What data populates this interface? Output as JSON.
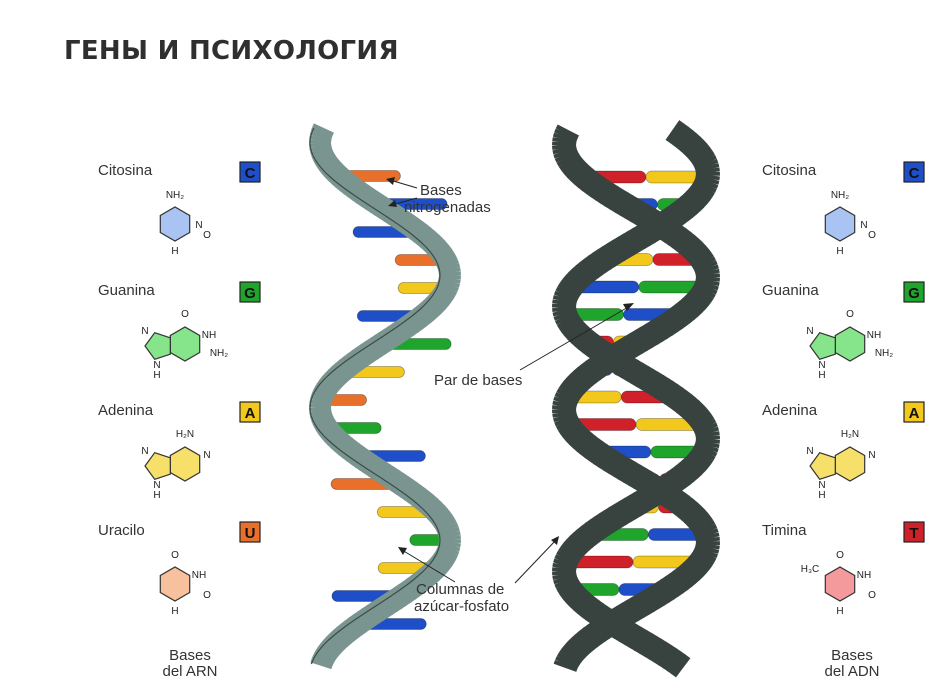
{
  "page": {
    "title": "ГЕНЫ И ПСИХОЛОГИЯ"
  },
  "colors": {
    "cytosine": "#1f4fc8",
    "guanine": "#1fa52b",
    "adenine": "#f2c81c",
    "uracil": "#e8702a",
    "thymine": "#d0202a",
    "rna_backbone": "#7a958f",
    "dna_backbone": "#38433f"
  },
  "rna_panel": {
    "caption_line1": "Bases",
    "caption_line2": "del ARN",
    "bases": [
      {
        "name": "Citosina",
        "letter": "C",
        "color": "#1f4fc8",
        "mol_fill": "#a9c4f2",
        "mol_icon": "cytosine-molecule-icon"
      },
      {
        "name": "Guanina",
        "letter": "G",
        "color": "#1fa52b",
        "mol_fill": "#86e48a",
        "mol_icon": "guanine-molecule-icon"
      },
      {
        "name": "Adenina",
        "letter": "A",
        "color": "#f2c81c",
        "mol_fill": "#f6e06a",
        "mol_icon": "adenine-molecule-icon"
      },
      {
        "name": "Uracilo",
        "letter": "U",
        "color": "#e8702a",
        "mol_fill": "#f6c19c",
        "mol_icon": "uracil-molecule-icon"
      }
    ]
  },
  "dna_panel": {
    "caption_line1": "Bases",
    "caption_line2": "del ADN",
    "bases": [
      {
        "name": "Citosina",
        "letter": "C",
        "color": "#1f4fc8",
        "mol_fill": "#a9c4f2",
        "mol_icon": "cytosine-molecule-icon"
      },
      {
        "name": "Guanina",
        "letter": "G",
        "color": "#1fa52b",
        "mol_fill": "#86e48a",
        "mol_icon": "guanine-molecule-icon"
      },
      {
        "name": "Adenina",
        "letter": "A",
        "color": "#f2c81c",
        "mol_fill": "#f6e06a",
        "mol_icon": "adenine-molecule-icon"
      },
      {
        "name": "Timina",
        "letter": "T",
        "color": "#d0202a",
        "mol_fill": "#f49a9c",
        "mol_icon": "thymine-molecule-icon"
      }
    ]
  },
  "annotations": {
    "bases_line1": "Bases",
    "bases_line2": "nitrogenadas",
    "pair": "Par de bases",
    "columns_line1": "Columnas de",
    "columns_line2": "azúcar-fosfato"
  },
  "atom_labels": {
    "nh2": "NH₂",
    "h2n": "H₂N",
    "n": "N",
    "h": "H",
    "o": "O",
    "nh": "NH",
    "h3c": "H₃C"
  },
  "rna_strand": {
    "base_sequence": [
      "U",
      "C",
      "C",
      "U",
      "A",
      "C",
      "G",
      "A",
      "U",
      "G",
      "C",
      "U",
      "A",
      "G",
      "A",
      "C",
      "C"
    ]
  },
  "dna_strand": {
    "base_pairs": [
      [
        "T",
        "A"
      ],
      [
        "C",
        "G"
      ],
      [
        "C",
        "G"
      ],
      [
        "T",
        "A"
      ],
      [
        "G",
        "C"
      ],
      [
        "C",
        "G"
      ],
      [
        "A",
        "T"
      ],
      [
        "C",
        "G"
      ],
      [
        "A",
        "T"
      ],
      [
        "T",
        "A"
      ],
      [
        "C",
        "G"
      ],
      [
        "A",
        "T"
      ],
      [
        "T",
        "A"
      ],
      [
        "C",
        "G"
      ],
      [
        "A",
        "T"
      ],
      [
        "C",
        "G"
      ],
      [
        "T",
        "A"
      ]
    ]
  }
}
